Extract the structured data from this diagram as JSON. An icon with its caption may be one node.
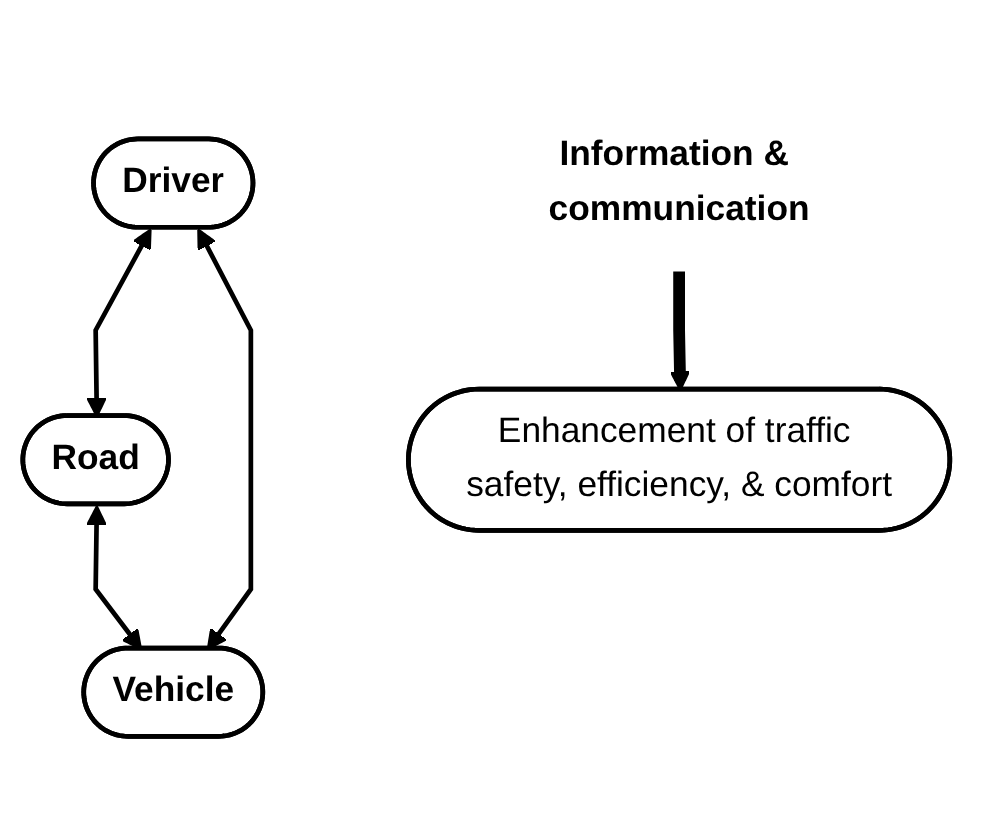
{
  "diagram": {
    "nodes": [
      {
        "text": [
          "Driver"
        ]
      },
      {
        "text": [
          "Road"
        ]
      },
      {
        "text": [
          "Vehicle"
        ]
      },
      {
        "text": [
          "Information & communication"
        ]
      },
      {
        "text": [
          "Enhancement of traffic safety, efficiency, & comfort"
        ]
      }
    ],
    "edges": [
      {
        "from": 0,
        "to": 1,
        "arrow": "both"
      },
      {
        "from": 0,
        "to": 2,
        "arrow": "both"
      },
      {
        "from": 1,
        "to": 2,
        "arrow": "both"
      },
      {
        "from": 3,
        "to": 4,
        "arrow": "to",
        "style": "thick"
      }
    ]
  }
}
